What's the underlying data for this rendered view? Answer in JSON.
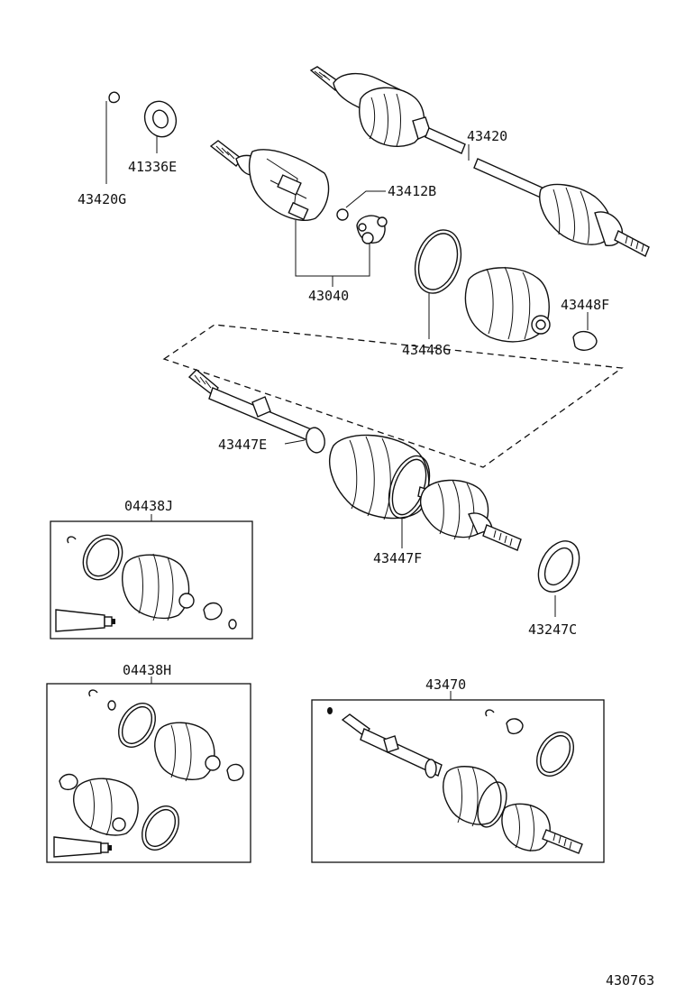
{
  "diagram": {
    "figure_number": "430763",
    "labels": {
      "p43420G": "43420G",
      "p41336E": "41336E",
      "p43420": "43420",
      "p43412B": "43412B",
      "p43040": "43040",
      "p43448F": "43448F",
      "p43448G": "43448G",
      "p43447E": "43447E",
      "p43447F": "43447F",
      "p43247C": "43247C",
      "p04438J": "04438J",
      "p04438H": "04438H",
      "p43470": "43470"
    }
  }
}
